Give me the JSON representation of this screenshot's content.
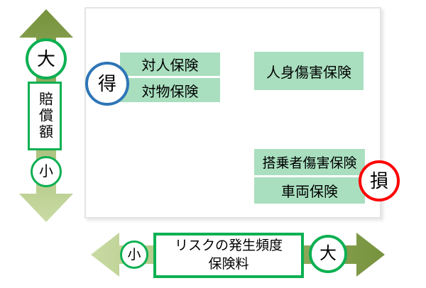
{
  "y_axis": {
    "max_label": "大",
    "title": "賠償額",
    "min_label": "小"
  },
  "x_axis": {
    "min_label": "小",
    "title_line1": "リスクの発生頻度",
    "title_line2": "保険料",
    "max_label": "大"
  },
  "plot": {
    "gain_badge": "得",
    "loss_badge": "損",
    "items": [
      "対人保険",
      "対物保険",
      "人身傷害保険",
      "搭乗者傷害保険",
      "車両保険"
    ]
  },
  "colors": {
    "accent_green": "#0cb052",
    "item_fill": "#a9dfbf",
    "arrow_dark": "#76923c",
    "arrow_light": "#c9dba3",
    "gain_blue": "#2e75b6",
    "loss_red": "#ff0000",
    "frame_border": "#e4e4e4"
  }
}
